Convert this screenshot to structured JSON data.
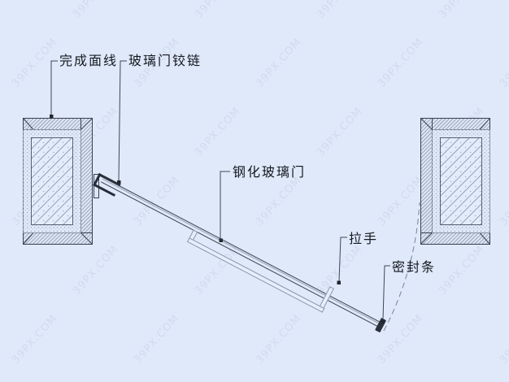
{
  "drawing": {
    "labels": {
      "finish_line": "完成面线",
      "hinge": "玻璃门铰链",
      "glass_door": "钢化玻璃门",
      "handle": "拉手",
      "seal": "密封条"
    },
    "colors": {
      "background": "#dfe9f9",
      "ink": "#3a4150",
      "secondary_line": "#8c96aa",
      "watermark": "#c7d3e9"
    },
    "watermark": {
      "text": "39PX.COM"
    }
  }
}
